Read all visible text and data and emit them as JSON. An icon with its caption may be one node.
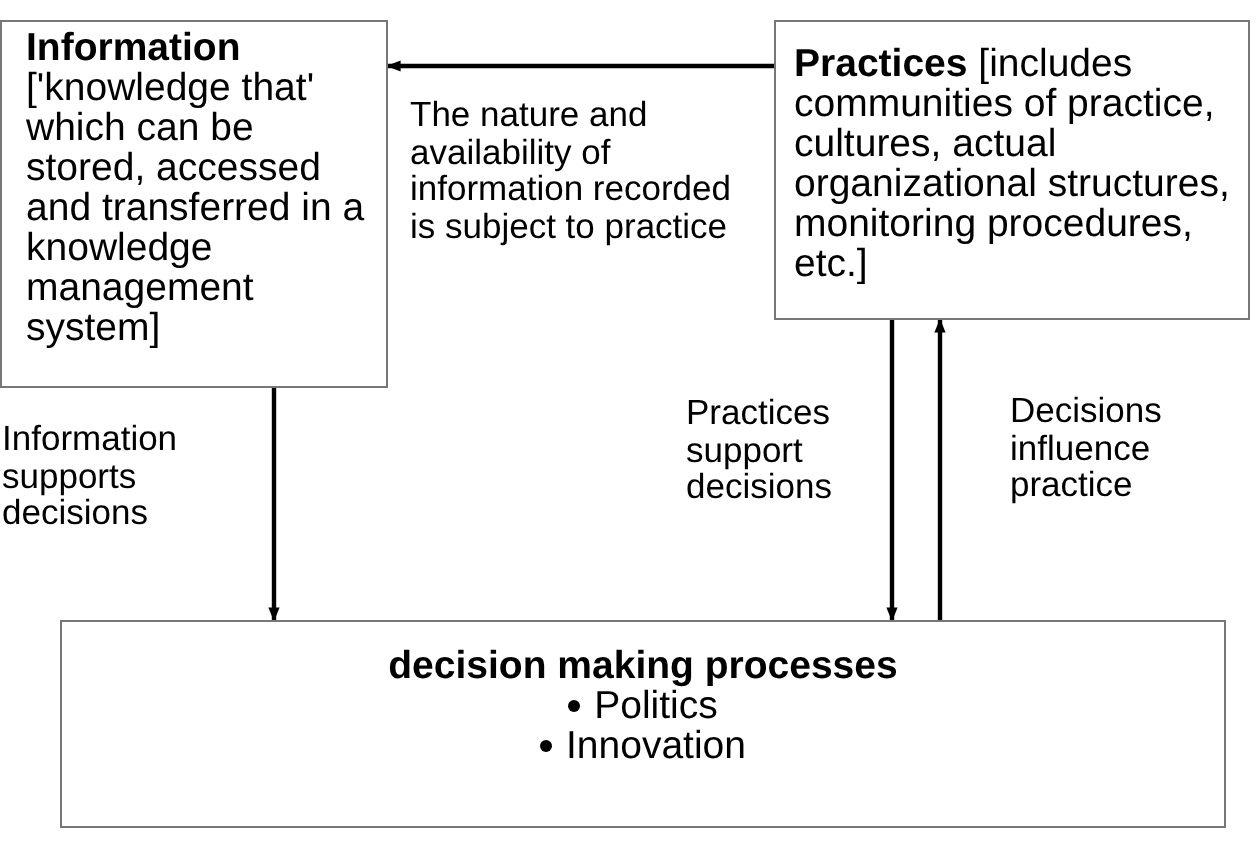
{
  "diagram": {
    "nodes": [
      {
        "text": [
          "Information",
          "['knowledge that' which can be stored, accessed and transferred in a knowledge management system]"
        ]
      },
      {
        "text": [
          "**Practices** [includes communities of practice, cultures, actual organizational structures, monitoring procedures, etc.]"
        ]
      },
      {
        "text": [
          "decision making processes",
          "Politics",
          "Innovation"
        ]
      }
    ],
    "edges": [
      {
        "from": 1,
        "to": 0,
        "arrow": "to",
        "label": "The nature and availability of information recorded is subject to practice"
      },
      {
        "from": 0,
        "to": 2,
        "arrow": "to",
        "label": "Information supports decisions"
      },
      {
        "from": 1,
        "to": 2,
        "arrow": "to",
        "label": "Practices support decisions"
      },
      {
        "from": 2,
        "to": 1,
        "arrow": "to",
        "label": "Decisions influence practice"
      }
    ]
  }
}
